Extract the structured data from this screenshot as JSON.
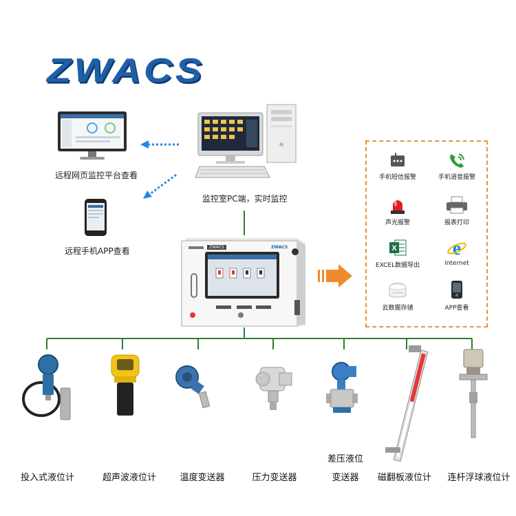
{
  "brand": {
    "logo_text": "ZWACS"
  },
  "top": {
    "web_label": "远程网页监控平台查看",
    "app_label": "远程手机APP查看",
    "pc_label": "监控室PC端，实时监控"
  },
  "controller": {
    "brand_badge": "ZWACS",
    "screen_title": "ZWACS"
  },
  "outputs": [
    {
      "label": "手机短信报警",
      "icon": "sms-phone-icon"
    },
    {
      "label": "手机语音报警",
      "icon": "voice-call-icon"
    },
    {
      "label": "声光报警",
      "icon": "alarm-light-icon"
    },
    {
      "label": "报表打印",
      "icon": "printer-icon"
    },
    {
      "label": "EXCEL数据导出",
      "icon": "excel-icon"
    },
    {
      "label": "internet",
      "icon": "ie-browser-icon"
    },
    {
      "label": "云数据存储",
      "icon": "cloud-storage-icon"
    },
    {
      "label": "APP查看",
      "icon": "smartphone-icon"
    }
  ],
  "sensors": [
    {
      "label": "投入式液位计"
    },
    {
      "label": "超声波液位计"
    },
    {
      "label": "温度变送器"
    },
    {
      "label": "压力变送器"
    },
    {
      "label": "差压液位",
      "label2": "变送器"
    },
    {
      "label": "磁翻板液位计"
    },
    {
      "label": "连杆浮球液位计"
    }
  ],
  "colors": {
    "line": "#2e7d32",
    "arrow_blue": "#1e88e5",
    "arrow_orange": "#ef8a2e",
    "dash": "#e8923a",
    "logo": "#1f5fa8"
  }
}
